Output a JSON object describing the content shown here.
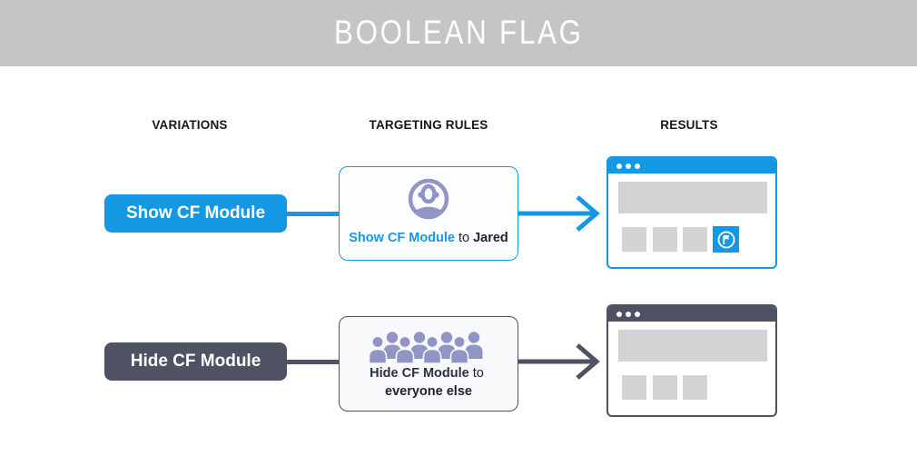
{
  "header": {
    "title": "BOOLEAN FLAG"
  },
  "columns": {
    "variations": "VARIATIONS",
    "targeting": "TARGETING RULES",
    "results": "RESULTS"
  },
  "rows": [
    {
      "variation_label": "Show CF Module",
      "rule": {
        "flag": "Show CF Module",
        "connector": "to",
        "target": "Jared",
        "icon": "single-user-avatar-icon"
      },
      "result": {
        "window_style": "blue",
        "module_visible": true,
        "module_icon": "flag-icon"
      }
    },
    {
      "variation_label": "Hide CF Module",
      "rule": {
        "flag": "Hide CF Module",
        "connector": "to",
        "target": "everyone else",
        "icon": "crowd-icon"
      },
      "result": {
        "window_style": "dark",
        "module_visible": false
      }
    }
  ],
  "colors": {
    "accent_blue": "#1598e4",
    "dark_slate": "#4e5263",
    "lavender": "#9195c6",
    "header_gray": "#c5c5c5",
    "placeholder_gray": "#d3d3d5"
  }
}
